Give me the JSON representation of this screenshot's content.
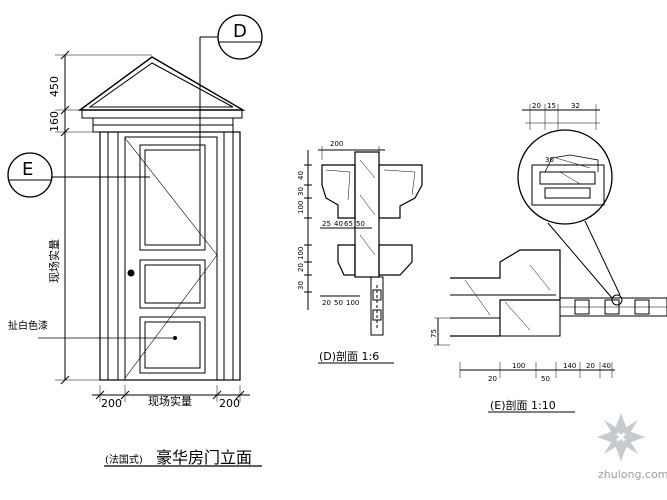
{
  "elevation": {
    "title_prefix": "(法国式)",
    "title_main": "豪华房门立面",
    "callout_d": "D",
    "callout_e": "E",
    "dim_top_450": "450",
    "dim_top_160": "160",
    "dim_side_label": "现场实量",
    "dim_bottom_left": "200",
    "dim_bottom_mid": "现场实量",
    "dim_bottom_right": "200",
    "material_note": "扯白色漆"
  },
  "section_d": {
    "title": "(D)剖面 1:6",
    "dims": [
      "200",
      "40",
      "30",
      "100",
      "25",
      "40",
      "65",
      "50",
      "100",
      "20",
      "30",
      "20",
      "50",
      "100"
    ]
  },
  "section_e": {
    "title": "(E)剖面 1:10",
    "dims_top": [
      "20",
      "15",
      "32"
    ],
    "dims_bottom": [
      "20",
      "100",
      "50",
      "140",
      "20",
      "40"
    ],
    "dim_left": "75",
    "detail_dim": "30"
  },
  "watermark": {
    "text": "zhulong.com"
  }
}
